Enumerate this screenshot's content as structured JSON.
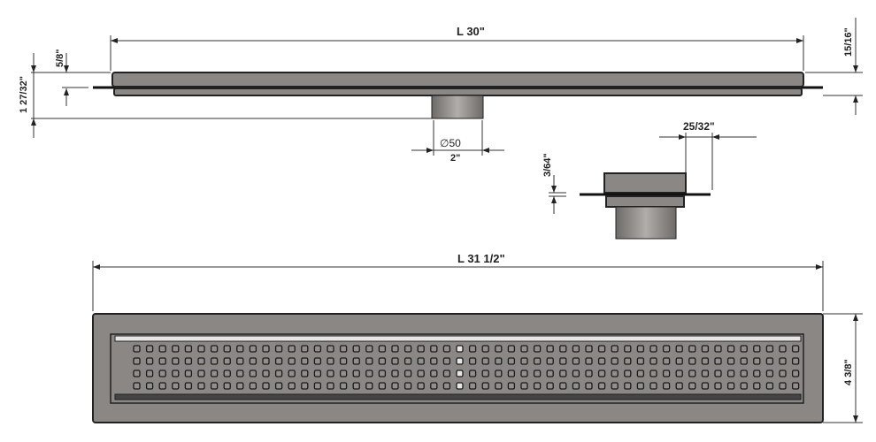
{
  "dimensions": {
    "top_length": "L  30\"",
    "right_height": "15/16\"",
    "left_flange": "5/8\"",
    "left_total": "1 27/32\"",
    "outlet_diameter": "∅50",
    "outlet_inch": "2\"",
    "side_flange": "3/64\"",
    "side_offset": "25/32\"",
    "bottom_length": "L  31 1/2\"",
    "bottom_width": "4 3/8\""
  },
  "colors": {
    "body": "#8b8784",
    "outline": "#222222",
    "grate": "#938f8c"
  }
}
